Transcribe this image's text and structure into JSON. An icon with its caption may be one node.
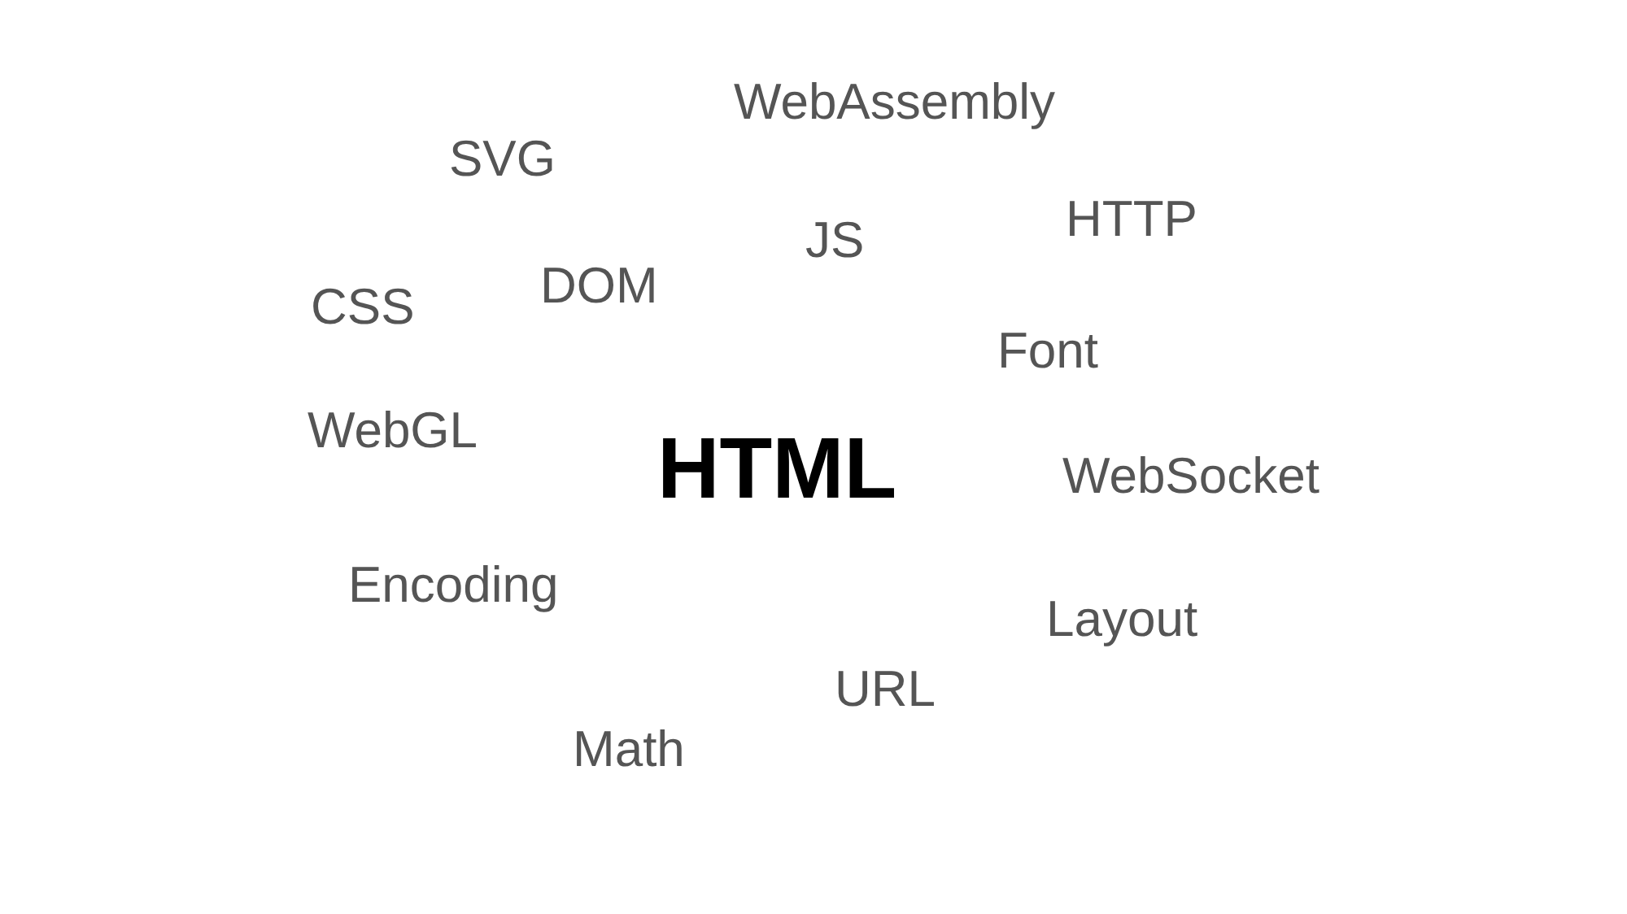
{
  "diagram": {
    "labels": [
      "WebAssembly",
      "SVG",
      "HTTP",
      "JS",
      "DOM",
      "CSS",
      "Font",
      "WebGL",
      "HTML",
      "WebSocket",
      "Encoding",
      "Layout",
      "URL",
      "Math"
    ]
  }
}
